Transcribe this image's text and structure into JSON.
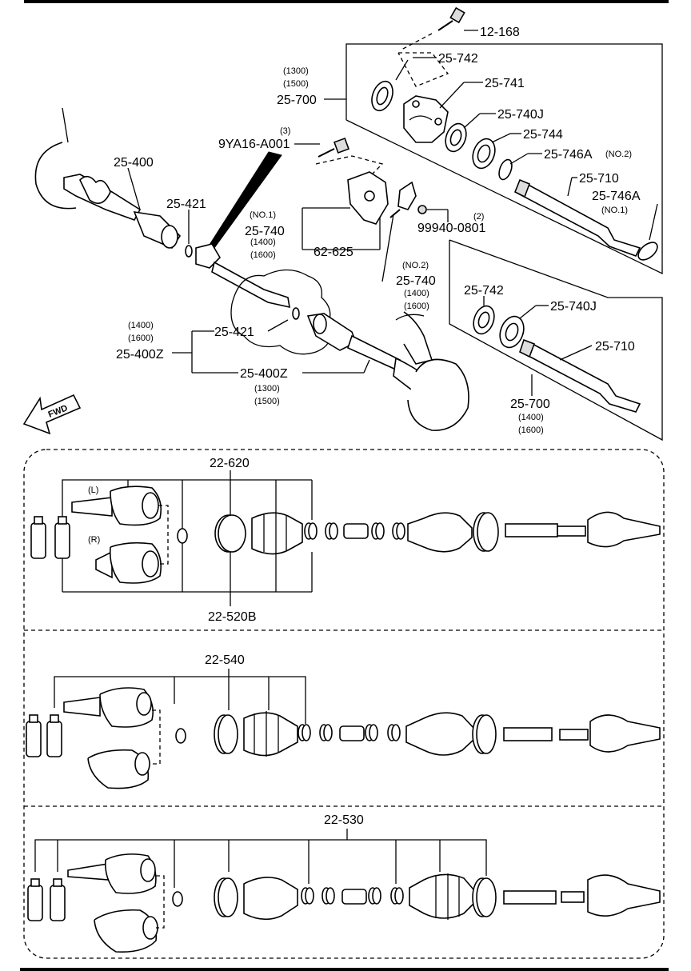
{
  "labels": {
    "bolt_12_168": "12-168",
    "p25_742_top": "25-742",
    "p25_741": "25-741",
    "p25_740J_top": "25-740J",
    "p25_744": "25-744",
    "p25_746A_no2": "25-746A",
    "no2_a": "(NO.2)",
    "p25_710_top": "25-710",
    "p25_746A_no1": "25-746A",
    "no1_a": "(NO.1)",
    "p25_700_top": "25-700",
    "q1300_a": "(1300)",
    "q1500_a": "(1500)",
    "p9YA16": "9YA16-A001",
    "q3": "(3)",
    "p25_400": "25-400",
    "p25_421_a": "25-421",
    "no1_b": "(NO.1)",
    "p25_740_no1": "25-740",
    "q1400_a": "(1400)",
    "q1600_a": "(1600)",
    "p62_625": "62-625",
    "p99940": "99940-0801",
    "q2": "(2)",
    "no2_b": "(NO.2)",
    "p25_740_no2": "25-740",
    "q1400_b": "(1400)",
    "q1600_b": "(1600)",
    "q1400_c": "(1400)",
    "q1600_c": "(1600)",
    "p25_400Z_a": "25-400Z",
    "p25_421_b": "25-421",
    "p25_400Z_b": "25-400Z",
    "q1300_b": "(1300)",
    "q1500_b": "(1500)",
    "fwd": "FWD",
    "p25_742_bot": "25-742",
    "p25_740J_bot": "25-740J",
    "p25_710_bot": "25-710",
    "p25_700_bot": "25-700",
    "q1400_d": "(1400)",
    "q1600_d": "(1600)",
    "p22_620": "22-620",
    "side_L": "(L)",
    "side_R": "(R)",
    "p22_520B": "22-520B",
    "p22_540": "22-540",
    "p22_530": "22-530"
  }
}
